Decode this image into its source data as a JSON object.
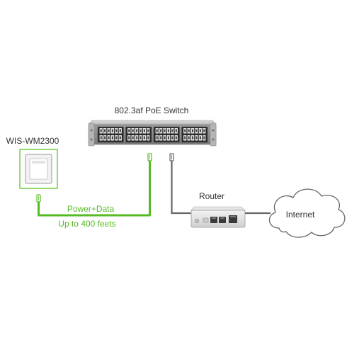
{
  "labels": {
    "switch": "802.3af PoE Switch",
    "device": "WIS-WM2300",
    "router": "Router",
    "internet": "Internet",
    "link_top": "Power+Data",
    "link_bottom": "Up to 400 feets"
  },
  "colors": {
    "green_link": "#55bb22",
    "gray_link": "#666666",
    "device_outline": "#66cc33",
    "text": "#333333"
  },
  "switch_port_groups": 4
}
